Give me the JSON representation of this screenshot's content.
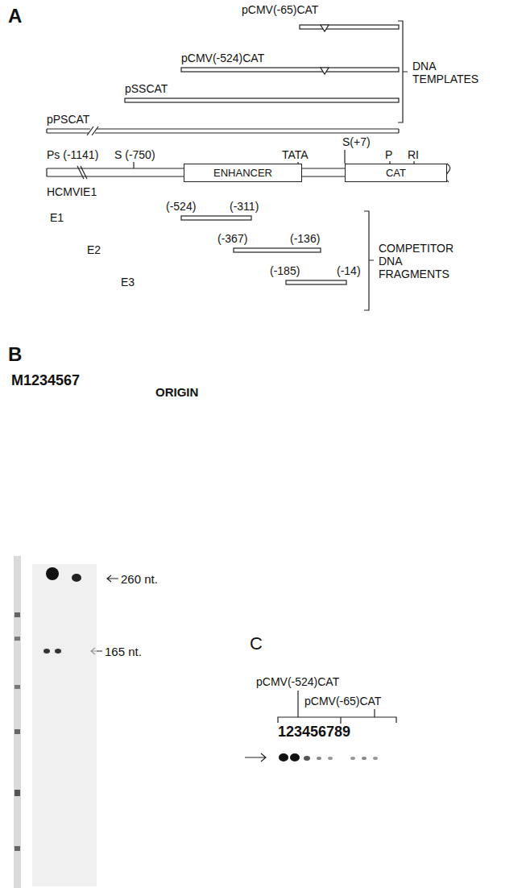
{
  "diagram": {
    "nodes": [
      {
        "text": [
          "ENHANCER"
        ]
      },
      {
        "text": [
          "CAT"
        ]
      }
    ],
    "labels": [
      "A",
      "pCMV(-65)CAT",
      "DNA TEMPLATES",
      "pCMV(-524)CAT",
      "pSSCAT",
      "pPSCAT",
      "S(+7)",
      "P",
      "RI",
      "Ps (-1141)",
      "S (-750)",
      "TATA",
      "HCMVIE1",
      "E1",
      "(-524)",
      "(-311)",
      "E2",
      "(-367)",
      "(-136)",
      "E3",
      "(-185)",
      "(-14)",
      "COMPETITOR DNA FRAGMENTS",
      "B",
      "M1234567",
      "ORIGIN",
      "260 nt.",
      "C",
      "165 nt.",
      "pCMV(-524)CAT",
      "pCMV(-65)CAT",
      "123456789"
    ]
  }
}
